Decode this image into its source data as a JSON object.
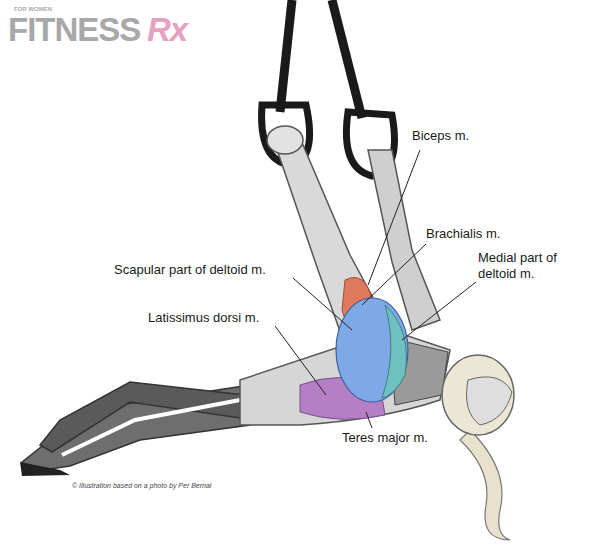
{
  "diagram": {
    "labels": [
      "FOR WOMEN",
      "FITNESS",
      "Rx",
      "Biceps m.",
      "Brachialis m.",
      "Scapular part of deltoid m.",
      "Medial part of deltoid m.",
      "Latissimus dorsi m.",
      "Teres major m.",
      "© Illustration based on a photo by Per Bernal"
    ]
  }
}
